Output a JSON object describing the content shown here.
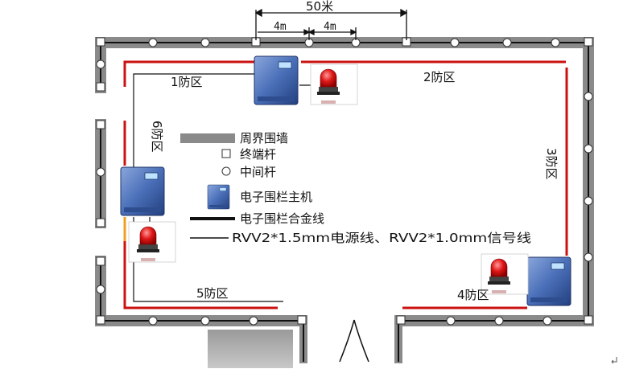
{
  "dimension": {
    "total": "50米",
    "seg1": "4m",
    "seg2": "4m"
  },
  "zones": {
    "z1": "1防区",
    "z2": "2防区",
    "z3": "3防区",
    "z4": "4防区",
    "z5": "5防区",
    "z6": "6防区"
  },
  "legend": {
    "wall": "周界围墙",
    "end_post": "终端杆",
    "mid_post": "中间杆",
    "host": "电子围栏主机",
    "alloy_wire": "电子围栏合金线",
    "power_signal_line": "RVV2*1.5mm电源线、RVV2*1.0mm信号线"
  },
  "colors": {
    "wall": "#8a8a8a",
    "wire_red": "#cc1111",
    "wire_orange": "#f0a020",
    "host_blue": "#4a6fb8",
    "alarm_red": "#d41a1a"
  },
  "icons": [
    "end-post-icon",
    "mid-post-icon",
    "host-icon",
    "alarm-light-icon",
    "gate-icon",
    "return-mark-icon"
  ]
}
